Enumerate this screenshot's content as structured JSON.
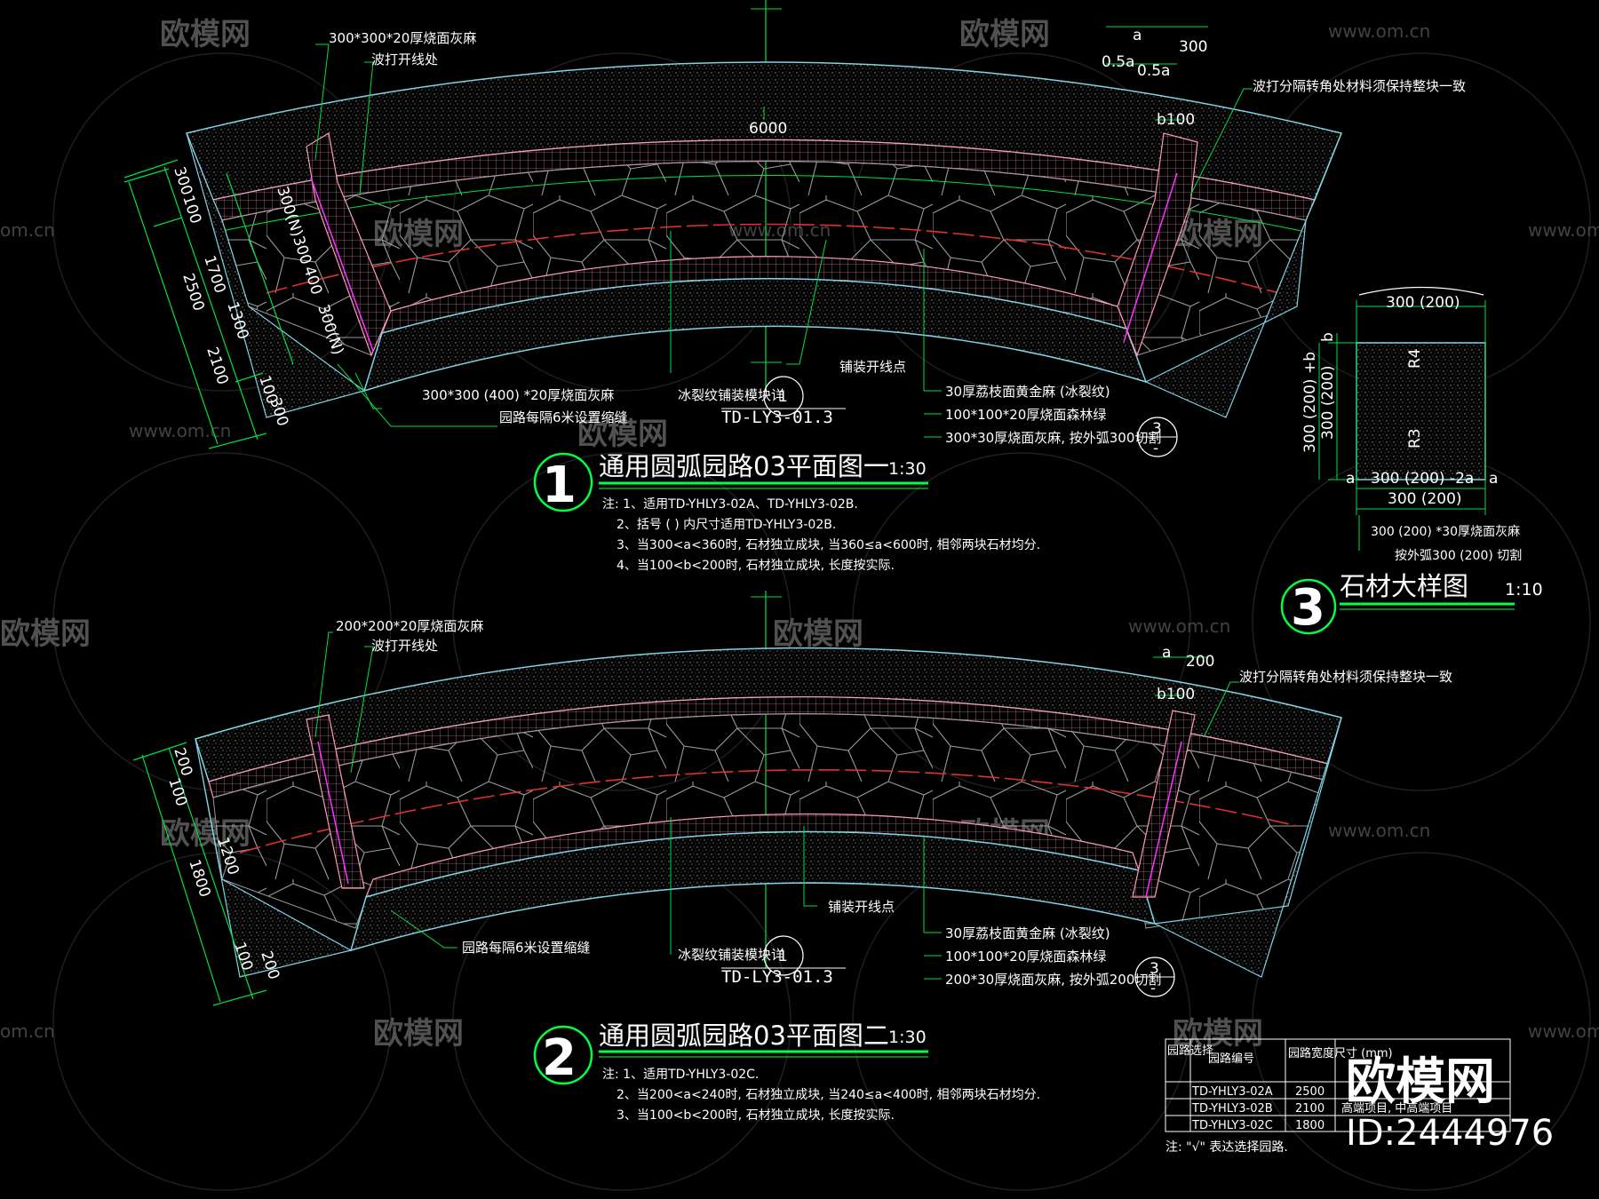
{
  "watermark": {
    "brand": "欧模网",
    "url": "www.om.cn",
    "url_short": "om.cn",
    "url_cut": "www.om.cn"
  },
  "plan1": {
    "label_top_paver": "300*300*20厚烧面灰麻",
    "label_open_line": "波打开线处",
    "label_6000": "6000",
    "dim_a": "a",
    "dim_300": "300",
    "dim_05a_1": "0.5a",
    "dim_05a_2": "0.5a",
    "dim_b100": "b100",
    "label_corner": "波打分隔转角处材料须保持整块一致",
    "dim_left_a": "300",
    "dim_left_b": "100",
    "dim_left_c": "1700",
    "dim_left_d": "1300",
    "dim_left_e": "2500",
    "dim_left_f": "2100",
    "dim_left_g": "100",
    "dim_left_h": "300",
    "dim_inner_1": "300(N)",
    "dim_inner_2": "300",
    "dim_inner_3": "400",
    "dim_inner_4": "300(N)",
    "label_bottom_paver": "300*300 (400) *20厚烧面灰麻",
    "label_joint": "园路每隔6米设置缩缝",
    "label_ice": "冰裂纹铺装模块详",
    "label_paving_open": "铺装开线点",
    "label_m1": "30厚荔枝面黄金麻 (冰裂纹)",
    "label_m2": "100*100*20厚烧面森林绿",
    "label_m3": "300*30厚烧面灰麻, 按外弧300切割",
    "ref_num": "1",
    "ref_code": "TD-LY3-01.3",
    "ref_detail": "3",
    "ref_detail_sub": "-",
    "circle_num": "1",
    "title": "通用圆弧园路03平面图一",
    "scale": "1:30",
    "notes": [
      "注: 1、适用TD-YHLY3-02A、TD-YHLY3-02B.",
      "2、括号 ( ) 内尺寸适用TD-YHLY3-02B.",
      "3、当300<a<360时, 石材独立成块, 当360≤a<600时, 相邻两块石材均分.",
      "4、当100<b<200时, 石材独立成块, 长度按实际."
    ]
  },
  "detail3": {
    "dim_top": "300 (200)",
    "dim_left_outer": "300 (200) +b",
    "dim_left_inner": "300 (200)",
    "dim_b": "b",
    "dim_r4": "R4",
    "dim_r3": "R3",
    "dim_a_l": "a",
    "dim_a_r": "a",
    "dim_mid": "300 (200) -2a",
    "dim_bottom": "300 (200)",
    "label1": "300 (200) *30厚烧面灰麻",
    "label2": "按外弧300 (200) 切割",
    "circle_num": "3",
    "title": "石材大样图",
    "scale": "1:10"
  },
  "plan2": {
    "label_top_paver": "200*200*20厚烧面灰麻",
    "label_open_line": "波打开线处",
    "dim_a": "a",
    "dim_200": "200",
    "dim_b100": "b100",
    "label_corner": "波打分隔转角处材料须保持整块一致",
    "dim_left_a": "200",
    "dim_left_b": "100",
    "dim_left_c": "1200",
    "dim_left_d": "1800",
    "dim_left_e": "100",
    "dim_left_f": "200",
    "label_joint": "园路每隔6米设置缩缝",
    "label_ice": "冰裂纹铺装模块详",
    "label_paving_open": "铺装开线点",
    "label_m1": "30厚荔枝面黄金麻 (冰裂纹)",
    "label_m2": "100*100*20厚烧面森林绿",
    "label_m3": "200*30厚烧面灰麻, 按外弧200切割",
    "ref_num": "1",
    "ref_code": "TD-LY3-01.3",
    "ref_detail": "3",
    "ref_detail_sub": "-",
    "circle_num": "2",
    "title": "通用圆弧园路03平面图二",
    "scale": "1:30",
    "notes": [
      "注: 1、适用TD-YHLY3-02C.",
      "2、当200<a<240时, 石材独立成块, 当240≤a<400时, 相邻两块石材均分.",
      "3、当100<b<200时, 石材独立成块, 长度按实际."
    ]
  },
  "table": {
    "headers": [
      "园路选择",
      "园路编号",
      "园路宽度尺寸 (mm)"
    ],
    "rows": [
      {
        "code": "TD-YHLY3-02A",
        "width": "2500"
      },
      {
        "code": "TD-YHLY3-02B",
        "width": "2100"
      },
      {
        "code": "TD-YHLY3-02C",
        "width": "1800"
      }
    ],
    "row_notes": [
      "高端项目, 中高端项目"
    ],
    "footnote": "注: \"√\" 表达选择园路."
  },
  "stamp": {
    "brand": "欧模网",
    "id": "ID:2444976"
  },
  "colors": {
    "background": "#000000",
    "outline": "#7fd4e8",
    "pink": "#ff9ab4",
    "green": "#00ff40",
    "red": "#e03030",
    "magenta": "#ff33ff",
    "white": "#ffffff"
  }
}
